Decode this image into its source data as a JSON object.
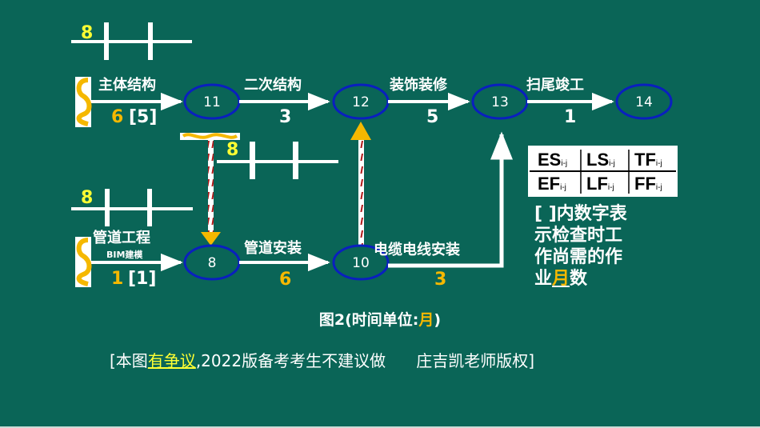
{
  "colors": {
    "background": "#0a6557",
    "node_border": "#0a1fbf",
    "arrow": "#ffffff",
    "highlight_yellow": "#ffff33",
    "highlight_gold": "#f5b800",
    "hatch_red": "#b01818"
  },
  "nodes": [
    {
      "id": "11",
      "label": "11"
    },
    {
      "id": "12",
      "label": "12"
    },
    {
      "id": "13",
      "label": "13"
    },
    {
      "id": "14",
      "label": "14"
    },
    {
      "id": "8",
      "label": "8"
    },
    {
      "id": "10",
      "label": "10"
    }
  ],
  "activities": {
    "main_structure": {
      "name": "主体结构",
      "duration": "6",
      "remaining": "[5]"
    },
    "secondary_structure": {
      "name": "二次结构",
      "duration": "3"
    },
    "decoration": {
      "name": "装饰装修",
      "duration": "5"
    },
    "closeout": {
      "name": "扫尾竣工",
      "duration": "1"
    },
    "pipeline_works": {
      "name": "管道工程",
      "sub": "BIM建模",
      "duration": "1",
      "remaining": "[1]"
    },
    "pipeline_install": {
      "name": "管道安装",
      "duration": "6"
    },
    "cable_install": {
      "name": "电缆电线安装",
      "duration": "3"
    }
  },
  "check_markers": [
    {
      "label": "8"
    },
    {
      "label": "8"
    },
    {
      "label": "8"
    }
  ],
  "legend": {
    "cells": [
      {
        "main": "ES",
        "sub": "i-j"
      },
      {
        "main": "LS",
        "sub": "i-j"
      },
      {
        "main": "TF",
        "sub": "i-j"
      },
      {
        "main": "EF",
        "sub": "i-j"
      },
      {
        "main": "LF",
        "sub": "i-j"
      },
      {
        "main": "FF",
        "sub": "i-j"
      }
    ]
  },
  "note": {
    "line1": "[ ]内数字表",
    "line2": "示检查时工",
    "line3": "作尚需的作",
    "line4_pre": "业",
    "line4_hl": "月",
    "line4_post": "数"
  },
  "caption": {
    "pre": "图2(时间单位:",
    "unit": "月",
    "post": ")"
  },
  "disclaimer": {
    "pre": "[本图",
    "hl": "有争议",
    "post": ",2022版备考考生不建议做      庄吉凯老师版权]"
  }
}
